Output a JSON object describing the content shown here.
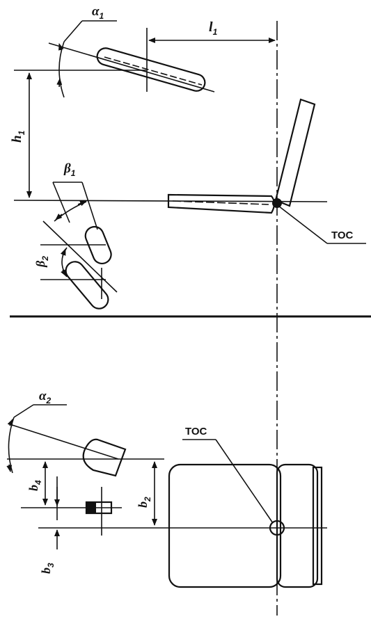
{
  "labels": {
    "alpha1": {
      "symbol": "α",
      "sub": "1"
    },
    "alpha2": {
      "symbol": "α",
      "sub": "2"
    },
    "beta1": {
      "symbol": "β",
      "sub": "1"
    },
    "beta2": {
      "symbol": "β",
      "sub": "2"
    },
    "l1": {
      "symbol": "l",
      "sub": "1"
    },
    "h1": {
      "symbol": "h",
      "sub": "1"
    },
    "b2": {
      "symbol": "b",
      "sub": "2"
    },
    "b3": {
      "symbol": "b",
      "sub": "3"
    },
    "b4": {
      "symbol": "b",
      "sub": "4"
    },
    "toc_side": "TOC",
    "toc_top": "TOC"
  },
  "colors": {
    "ink": "#111111",
    "background": "#ffffff"
  }
}
